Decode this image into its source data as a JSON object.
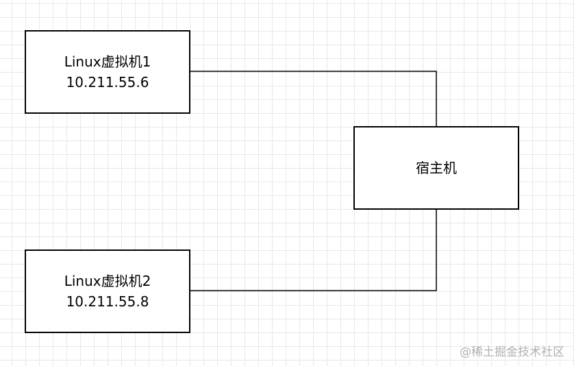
{
  "diagram": {
    "nodes": [
      {
        "id": "vm1",
        "name": "Linux虚拟机1",
        "ip": "10.211.55.6"
      },
      {
        "id": "host",
        "name": "宿主机"
      },
      {
        "id": "vm2",
        "name": "Linux虚拟机2",
        "ip": "10.211.55.8"
      }
    ],
    "edges": [
      {
        "from": "vm1",
        "to": "host"
      },
      {
        "from": "vm2",
        "to": "host"
      }
    ]
  },
  "watermark": "@稀土掘金技术社区",
  "colors": {
    "background": "#ffffff",
    "grid": "#e8e8e8",
    "stroke": "#000000",
    "watermark": "#b0b0b0"
  }
}
